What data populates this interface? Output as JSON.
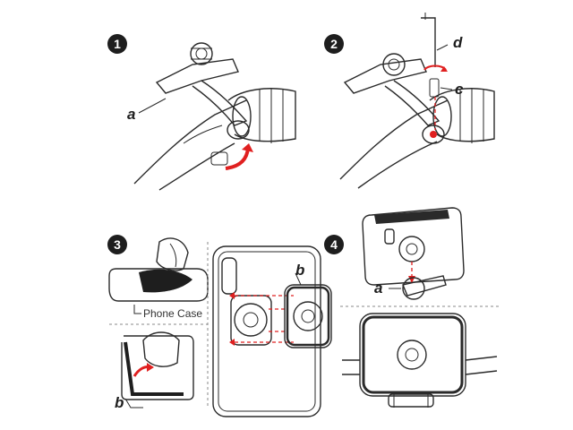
{
  "steps": [
    {
      "number": "1"
    },
    {
      "number": "2"
    },
    {
      "number": "3"
    },
    {
      "number": "4"
    }
  ],
  "callouts": {
    "step1_a": "a",
    "step2_d": "d",
    "step2_c": "c",
    "step3_b_top": "b",
    "step3_b_bottom": "b",
    "step4_a": "a"
  },
  "labels": {
    "phone_case": "Phone Case"
  },
  "colors": {
    "line": "#2a2a2a",
    "accent_red": "#e02020",
    "badge": "#1e1e1e"
  }
}
